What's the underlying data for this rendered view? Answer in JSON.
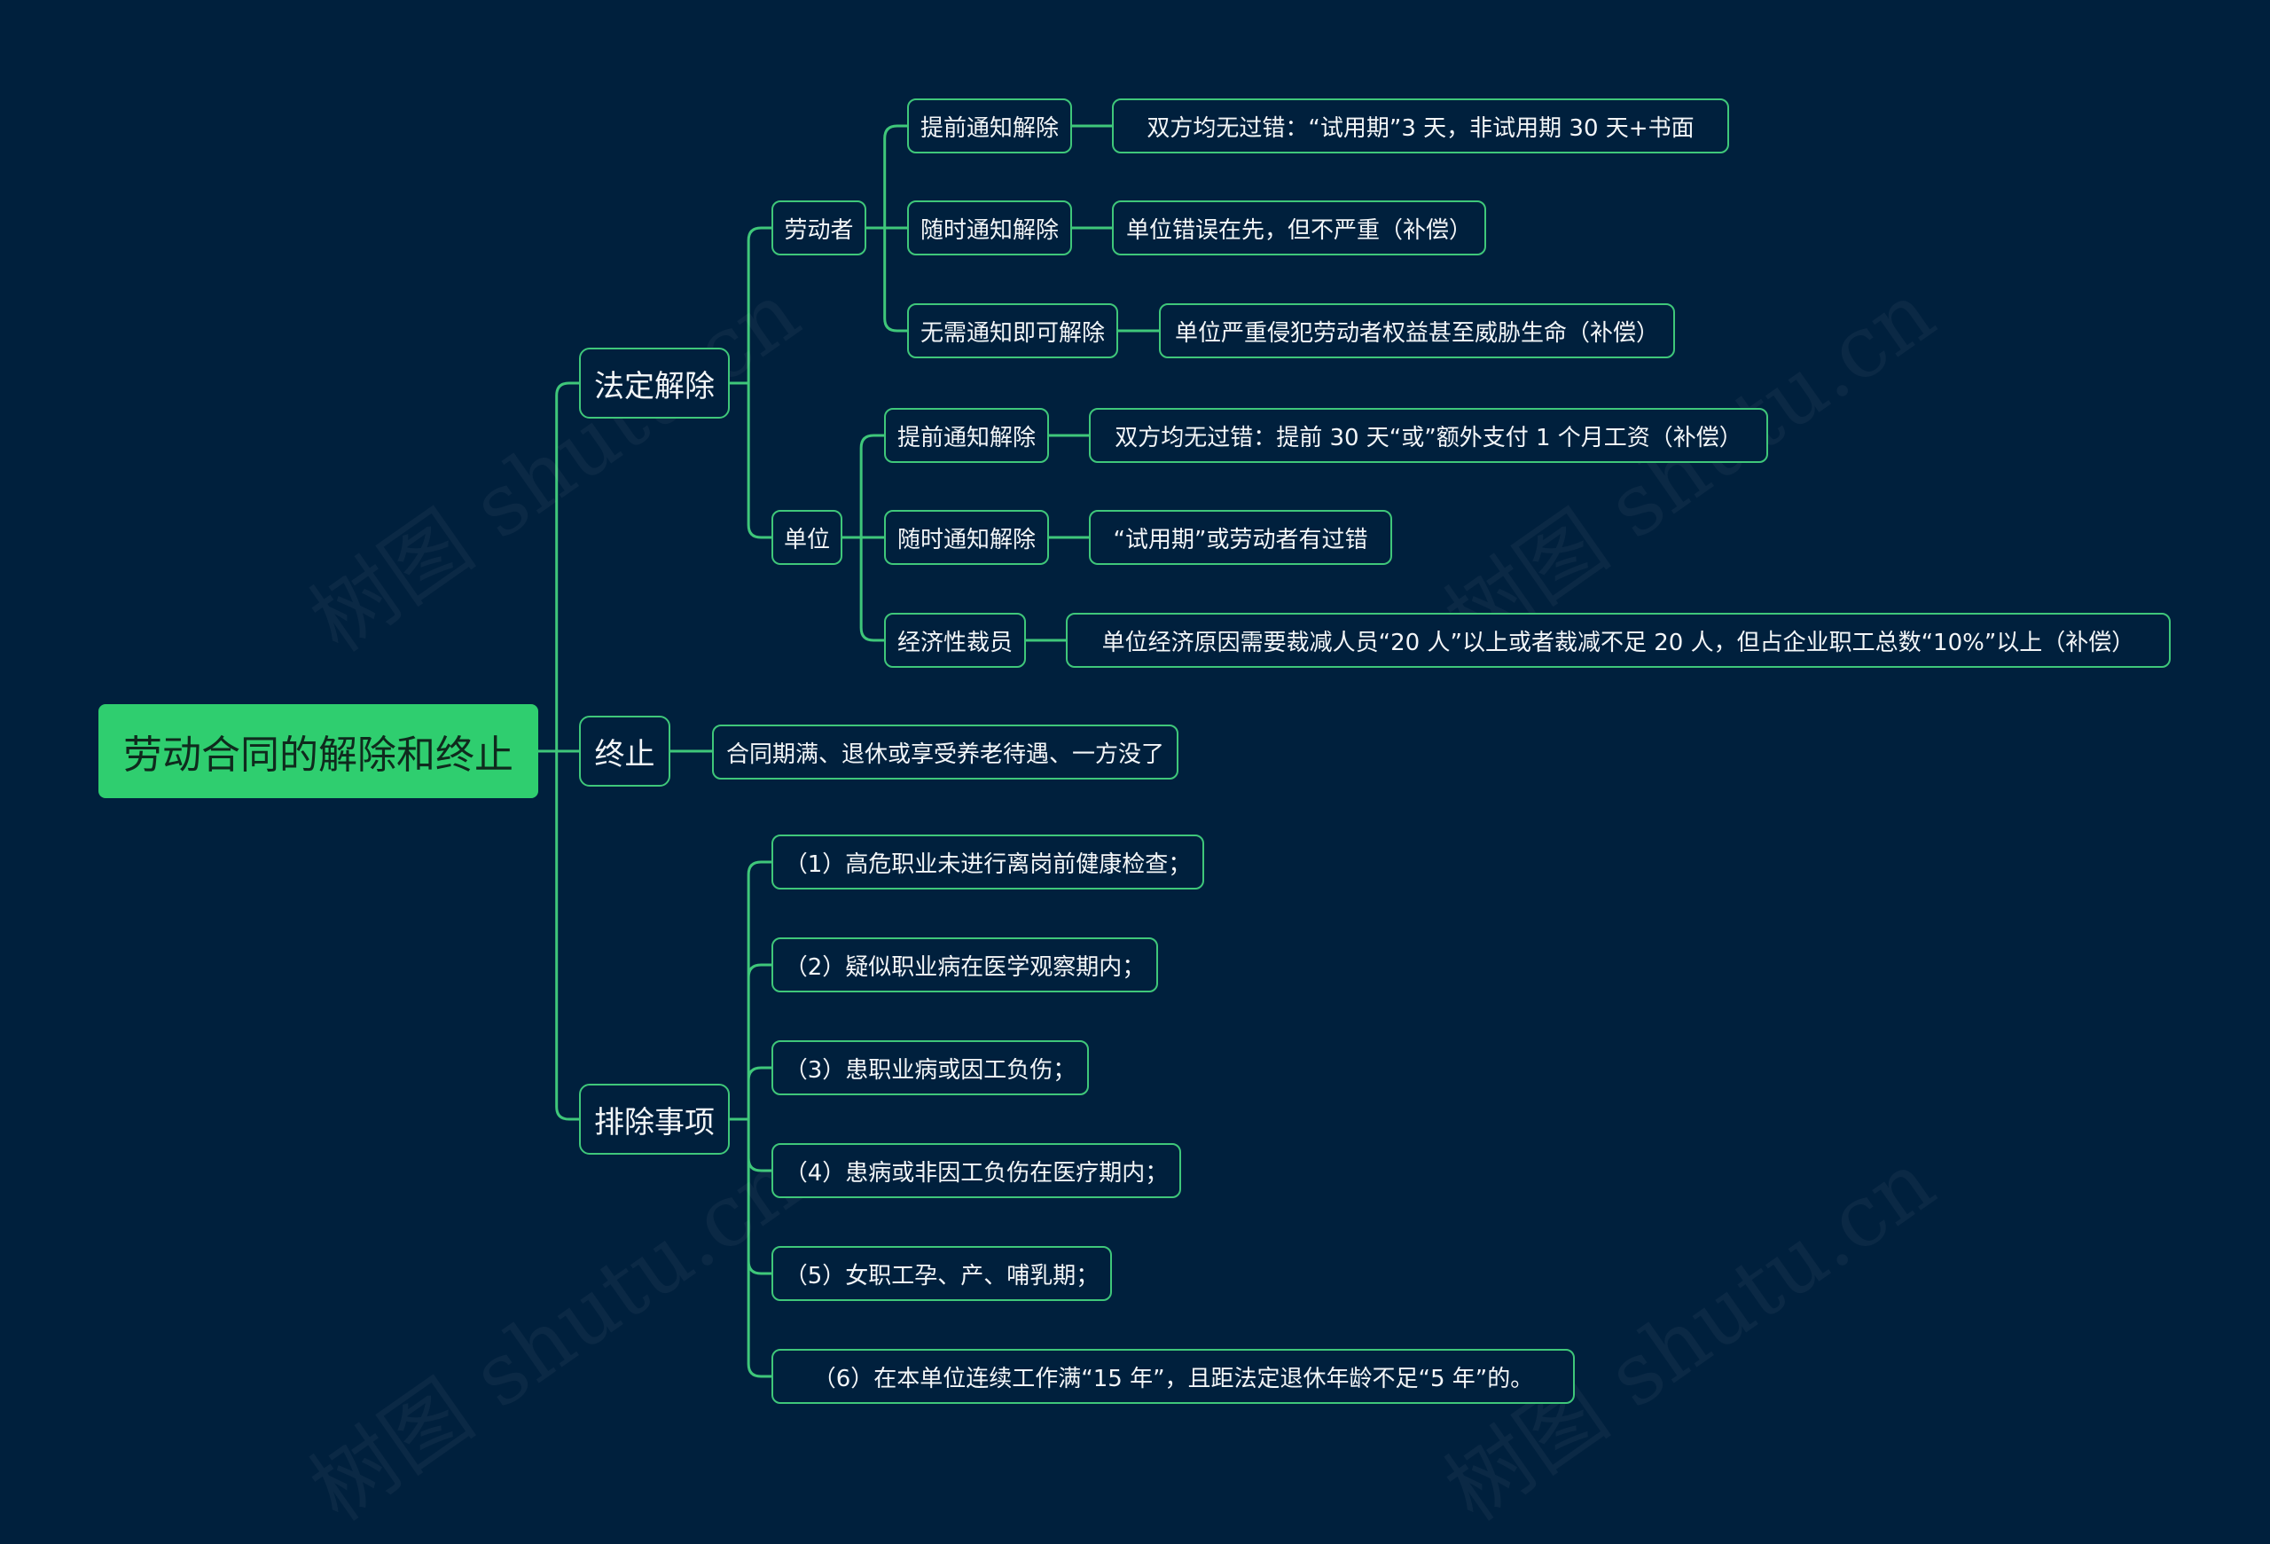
{
  "root": "劳动合同的解除和终止",
  "branches": {
    "statutory": {
      "label": "法定解除",
      "worker": {
        "label": "劳动者",
        "items": [
          {
            "label": "提前通知解除",
            "detail": "双方均无过错：“试用期”3 天，非试用期 30 天+书面"
          },
          {
            "label": "随时通知解除",
            "detail": "单位错误在先，但不严重（补偿）"
          },
          {
            "label": "无需通知即可解除",
            "detail": "单位严重侵犯劳动者权益甚至威胁生命（补偿）"
          }
        ]
      },
      "employer": {
        "label": "单位",
        "items": [
          {
            "label": "提前通知解除",
            "detail": "双方均无过错：提前 30 天“或”额外支付 1 个月工资（补偿）"
          },
          {
            "label": "随时通知解除",
            "detail": "“试用期”或劳动者有过错"
          },
          {
            "label": "经济性裁员",
            "detail": "单位经济原因需要裁减人员“20 人”以上或者裁减不足 20 人，但占企业职工总数“10%”以上（补偿）"
          }
        ]
      }
    },
    "termination": {
      "label": "终止",
      "detail": "合同期满、退休或享受养老待遇、一方没了"
    },
    "exclusions": {
      "label": "排除事项",
      "items": [
        "（1）高危职业未进行离岗前健康检查；",
        "（2）疑似职业病在医学观察期内；",
        "（3）患职业病或因工负伤；",
        "（4）患病或非因工负伤在医疗期内；",
        "（5）女职工孕、产、哺乳期；",
        "（6）在本单位连续工作满“15 年”，且距法定退休年龄不足“5 年”的。"
      ]
    }
  },
  "watermark": "树图 shutu.cn",
  "colors": {
    "background": "#00203d",
    "line": "#3fc77a",
    "root": "#2fce6f"
  }
}
